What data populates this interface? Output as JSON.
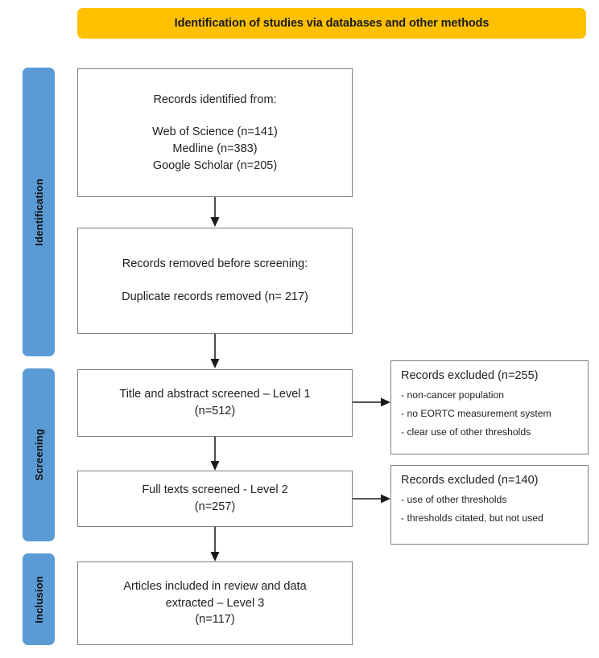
{
  "banner": {
    "text": "Identification of studies via databases and other methods",
    "color": "#FFC000"
  },
  "phases": [
    {
      "label": "Identification",
      "color": "#5B9BD5"
    },
    {
      "label": "Screening",
      "color": "#5B9BD5"
    },
    {
      "label": "Inclusion",
      "color": "#5B9BD5"
    }
  ],
  "boxes": {
    "identified": {
      "heading": "Records identified from:",
      "sources": [
        "Web of Science (n=141)",
        "Medline (n=383)",
        "Google Scholar (n=205)"
      ]
    },
    "removed": {
      "heading": "Records removed before screening:",
      "detail": "Duplicate records removed (n= 217)"
    },
    "screened_level1": {
      "line1": "Title and abstract screened – Level 1",
      "line2": "(n=512)"
    },
    "screened_level2": {
      "line1": "Full texts screened - Level 2",
      "line2": "(n=257)"
    },
    "included": {
      "line1": "Articles included in review and data",
      "line2": "extracted – Level 3",
      "line3": "(n=117)"
    }
  },
  "excluded_boxes": [
    {
      "title": "Records excluded (n=255)",
      "reasons": [
        "- non-cancer population",
        "- no EORTC measurement system",
        "- clear use of other thresholds"
      ]
    },
    {
      "title": "Records excluded (n=140)",
      "reasons": [
        "- use of other thresholds",
        "- thresholds citated, but not used"
      ]
    }
  ],
  "arrows": {
    "down_icon": "arrow-down-icon",
    "right_icon": "arrow-right-icon"
  }
}
